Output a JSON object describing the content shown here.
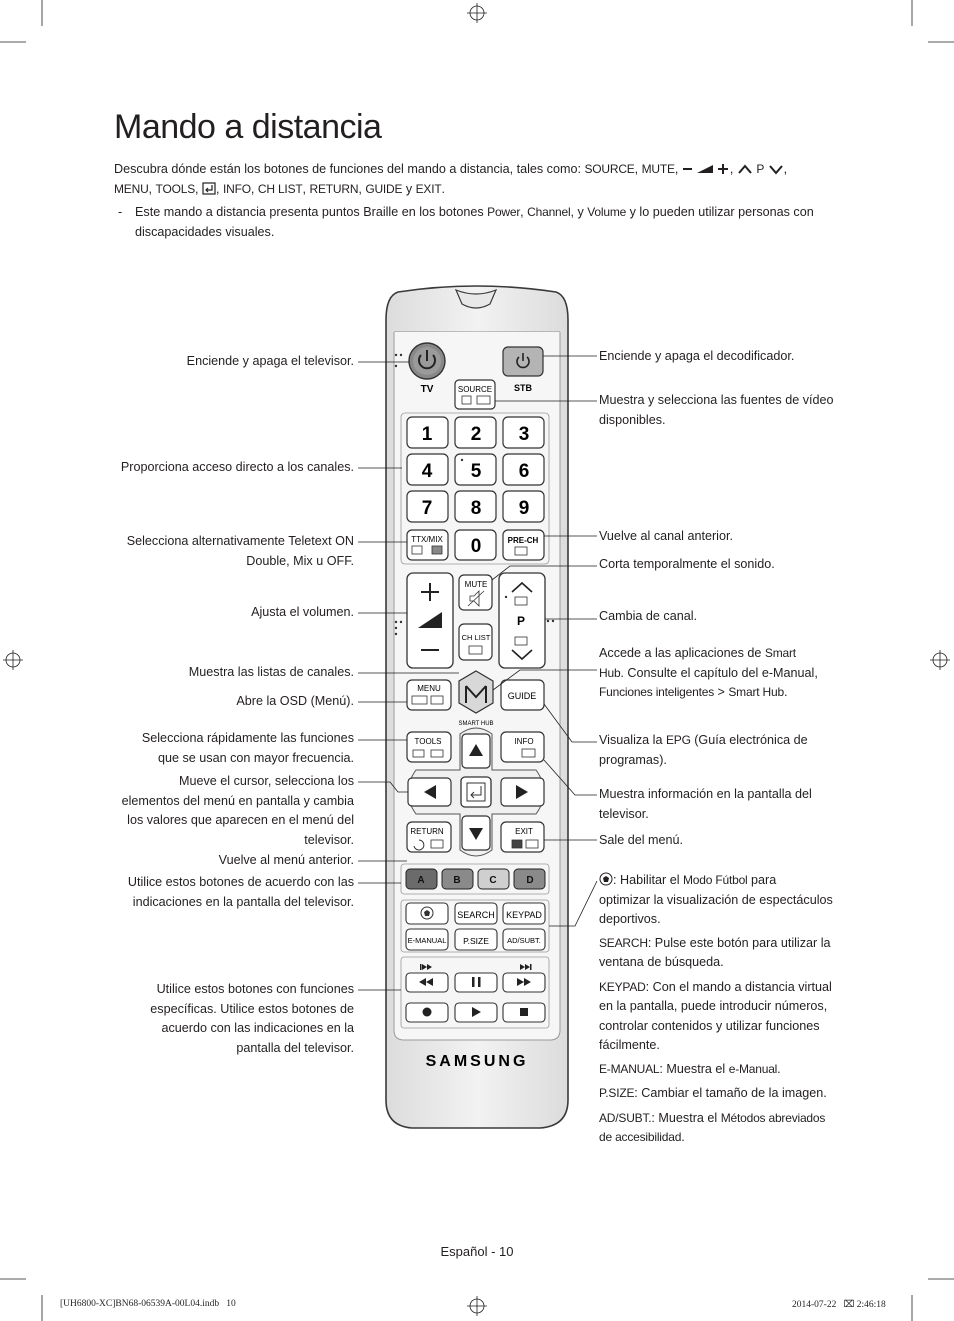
{
  "page": {
    "title": "Mando a distancia",
    "intro": {
      "lead": "Descubra dónde están los botones de funciones del mando a distancia, tales como: ",
      "keys": [
        "SOURCE",
        "MUTE",
        "P",
        "MENU",
        "TOOLS",
        "INFO",
        "CH LIST",
        "RETURN",
        "GUIDE",
        "EXIT"
      ],
      "and_word": "y"
    },
    "note": {
      "dash": "-",
      "before": "Este mando a distancia presenta puntos Braille en los botones ",
      "k1": "Power",
      "k2": "Channel",
      "y": "y",
      "k3": "Volume",
      "after": " y lo pueden utilizar personas con discapacidades visuales."
    },
    "footer": "Español - 10",
    "slug_left": "[UH6800-XC]BN68-06539A-00L04.indb   10",
    "slug_right": "2014-07-22   ⌧ 2:46:18"
  },
  "remote": {
    "tv": "TV",
    "stb": "STB",
    "source": "SOURCE",
    "digits": [
      "1",
      "2",
      "3",
      "4",
      "5",
      "6",
      "7",
      "8",
      "9",
      "0"
    ],
    "ttx": "TTX/MIX",
    "prech": "PRE-CH",
    "mute": "MUTE",
    "chlist": "CH LIST",
    "p": "P",
    "menu": "MENU",
    "guide": "GUIDE",
    "smarthub": "SMART HUB",
    "tools": "TOOLS",
    "info": "INFO",
    "return": "RETURN",
    "exit": "EXIT",
    "colors": [
      "A",
      "B",
      "C",
      "D"
    ],
    "search": "SEARCH",
    "keypad": "KEYPAD",
    "emanual": "E-MANUAL",
    "psize": "P.SIZE",
    "adsubt": "AD/SUBT.",
    "brand": "SAMSUNG",
    "color_hex": {
      "a": "#e04545",
      "b": "#6db33f",
      "c": "#f2c200",
      "d": "#3f7fd0",
      "body": "#ececec",
      "panel": "#f7f7f7"
    }
  },
  "labels_left": {
    "tv_power": "Enciende y apaga el televisor.",
    "numbers": "Proporciona acceso directo a los canales.",
    "teletext": [
      "Selecciona alternativamente Teletext ON",
      "Double, Mix u OFF."
    ],
    "volume": "Ajusta el volumen.",
    "chlist": "Muestra las listas de canales.",
    "menu": "Abre la OSD (Menú).",
    "tools": [
      "Selecciona rápidamente las funciones",
      "que se usan con mayor frecuencia."
    ],
    "cursor": [
      "Mueve el cursor, selecciona los",
      "elementos del menú en pantalla y cambia",
      "los valores que aparecen en el menú del",
      "televisor."
    ],
    "return": "Vuelve al menú anterior.",
    "colors": [
      "Utilice estos botones de acuerdo con las",
      "indicaciones en la pantalla del televisor."
    ],
    "media": [
      "Utilice estos botones con funciones",
      "específicas. Utilice estos botones de",
      "acuerdo con las indicaciones en la",
      "pantalla del televisor."
    ]
  },
  "labels_right": {
    "stb_power": "Enciende y apaga el decodificador.",
    "source": [
      "Muestra y selecciona las fuentes de vídeo",
      "disponibles."
    ],
    "prech": "Vuelve al canal anterior.",
    "mute": "Corta temporalmente el sonido.",
    "channel": "Cambia de canal.",
    "smarthub": {
      "a": "Accede a las aplicaciones de ",
      "b": "Smart",
      "c": "Hub",
      "d": ". Consulte el capítulo del e-Manual,",
      "e": "Funciones inteligentes",
      "f": " > ",
      "g": "Smart Hub",
      "h": "."
    },
    "guide": {
      "a": "Visualiza la ",
      "b": "EPG",
      "c": " (Guía electrónica de",
      "d": "programas)."
    },
    "info": [
      "Muestra información en la pantalla del",
      "televisor."
    ],
    "exit": "Sale del menú.",
    "football": {
      "a": ": Habilitar el ",
      "b": "Modo Fútbol",
      "c": " para",
      "d": "optimizar la visualización de espectáculos",
      "e": "deportivos."
    },
    "search": {
      "k": "SEARCH",
      "a": ": Pulse este botón para utilizar la",
      "b": "ventana de búsqueda."
    },
    "keypad": {
      "k": "KEYPAD",
      "a": ": Con el mando a distancia virtual",
      "b": "en la pantalla, puede introducir números,",
      "c": "controlar contenidos y utilizar funciones",
      "d": "fácilmente."
    },
    "emanual": {
      "k": "E-MANUAL",
      "a": ": Muestra el ",
      "b": "e-Manual",
      "c": "."
    },
    "psize": {
      "k": "P.SIZE",
      "a": ": Cambiar el tamaño de la imagen."
    },
    "adsubt": {
      "k": "AD/SUBT.",
      "a": ": Muestra el ",
      "b": "Métodos abreviados",
      "c": "de accesibilidad",
      "d": "."
    }
  }
}
